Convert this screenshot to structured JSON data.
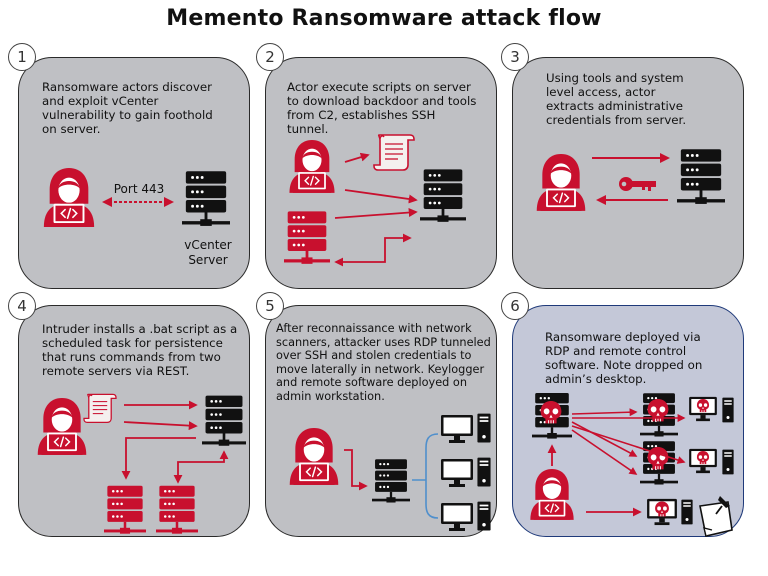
{
  "title": "Memento Ransomware attack flow",
  "colors": {
    "panel_gray": "#bfc0c4",
    "panel_blue": "#c4c8d8",
    "attack_red": "#c8102e",
    "device_black": "#111111",
    "border_blue": "#1f3a7a"
  },
  "panels": [
    {
      "number": "1",
      "text": [
        "Ransomware actors discover",
        "and exploit vCenter",
        "vulnerability to gain foothold",
        "on server."
      ],
      "port_label": "Port 443",
      "server_label": [
        "vCenter",
        "Server"
      ]
    },
    {
      "number": "2",
      "text": [
        "Actor execute scripts on server",
        "to download backdoor and tools",
        "from C2, establishes SSH",
        "tunnel."
      ]
    },
    {
      "number": "3",
      "text": [
        "Using tools and system",
        "level access, actor",
        "extracts administrative",
        "credentials from server."
      ]
    },
    {
      "number": "4",
      "text": [
        "Intruder installs a .bat script as a",
        "scheduled task for persistence",
        "that runs commands from two",
        "remote servers via REST."
      ]
    },
    {
      "number": "5",
      "text": [
        "After reconnaissance with network",
        "scanners, attacker uses RDP tunneled",
        "over SSH and stolen credentials to",
        "move laterally in network. Keylogger",
        "and remote software deployed on",
        "admin workstation."
      ]
    },
    {
      "number": "6",
      "text": [
        "Ransomware deployed via",
        "RDP and remote control",
        "software. Note dropped on",
        "admin’s desktop."
      ]
    }
  ],
  "icons": [
    "hacker-icon",
    "server-icon",
    "script-icon",
    "key-icon",
    "monitor-icon",
    "tower-pc-icon",
    "skull-icon",
    "ransom-note-icon"
  ]
}
